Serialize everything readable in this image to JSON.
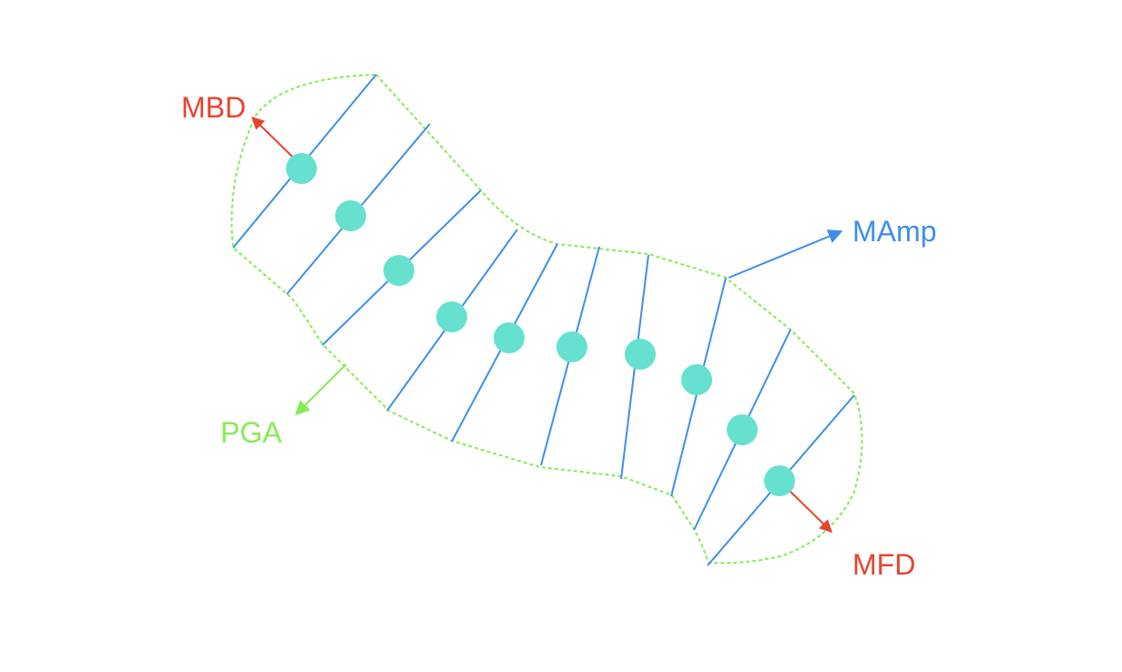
{
  "labels": {
    "mbd": "MBD",
    "mamp": "MAmp",
    "pga": "PGA",
    "mfd": "MFD"
  },
  "colors": {
    "mbd": "#e8432e",
    "mfd": "#e8432e",
    "mamp": "#3f8fe8",
    "pga": "#86ec55",
    "outline": "#86ec55",
    "rib": "#3f8fe8",
    "node": "#66e1cf"
  }
}
